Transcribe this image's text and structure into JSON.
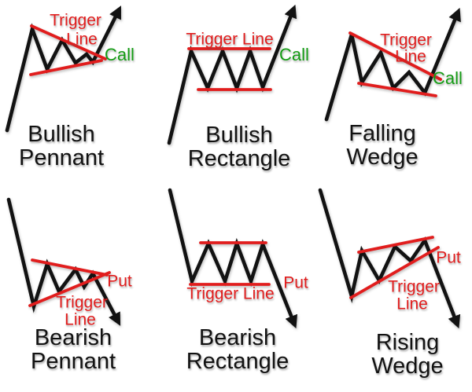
{
  "colors": {
    "ink": "#121212",
    "red": "#e11d1d",
    "green": "#149c14"
  },
  "panels": [
    {
      "key": "bullish-pennant",
      "trigger_word1": "Trigger",
      "trigger_word2": "Line",
      "signal": "Call",
      "title_line1": "Bullish",
      "title_line2": "Pennant"
    },
    {
      "key": "bullish-rectangle",
      "trigger_single": "Trigger Line",
      "signal": "Call",
      "title_line1": "Bullish",
      "title_line2": "Rectangle"
    },
    {
      "key": "falling-wedge",
      "trigger_word1": "Trigger",
      "trigger_word2": "Line",
      "signal": "Call",
      "title_line1": "Falling",
      "title_line2": "Wedge"
    },
    {
      "key": "bearish-pennant",
      "trigger_word1": "Trigger",
      "trigger_word2": "Line",
      "signal": "Put",
      "title_line1": "Bearish",
      "title_line2": "Pennant"
    },
    {
      "key": "bearish-rectangle",
      "trigger_single": "Trigger Line",
      "signal": "Put",
      "title_line1": "Bearish",
      "title_line2": "Rectangle"
    },
    {
      "key": "rising-wedge",
      "trigger_word1": "Trigger",
      "trigger_word2": "Line",
      "signal": "Put",
      "title_line1": "Rising",
      "title_line2": "Wedge"
    }
  ]
}
